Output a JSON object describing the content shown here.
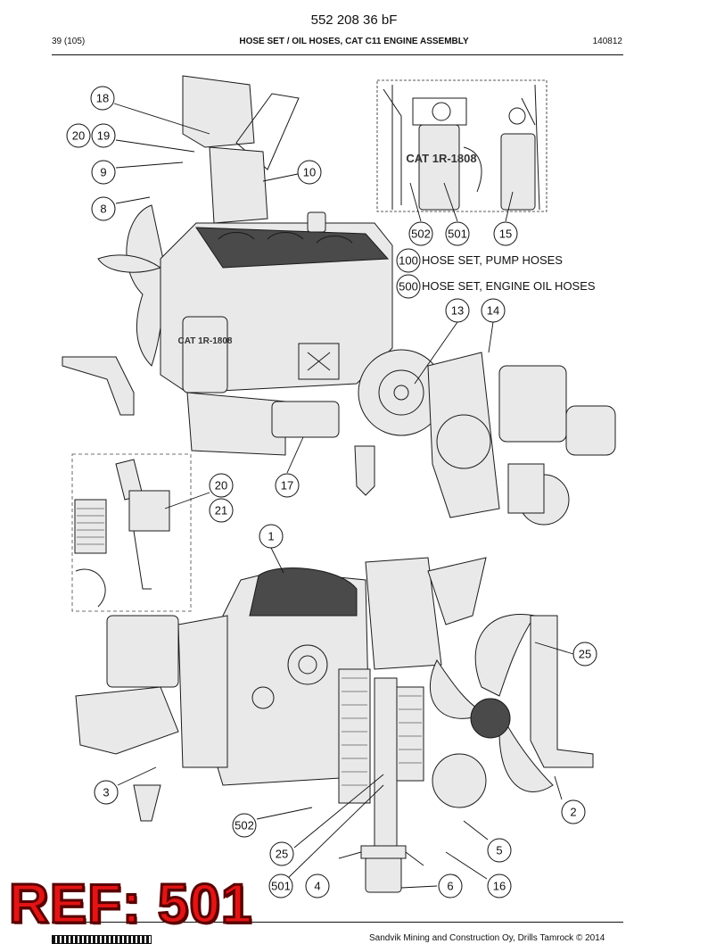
{
  "header": {
    "doc_number": "552 208 36 bF",
    "page_index": "39 (105)",
    "title": "HOSE SET / OIL HOSES, CAT C11 ENGINE ASSEMBLY",
    "date": "140812"
  },
  "legend": [
    {
      "number": "100",
      "text": "HOSE SET, PUMP HOSES"
    },
    {
      "number": "500",
      "text": "HOSE SET, ENGINE OIL HOSES"
    }
  ],
  "callouts": {
    "c18": "18",
    "c20a": "20",
    "c19": "19",
    "c9": "9",
    "c10": "10",
    "c8": "8",
    "c502a": "502",
    "c501a": "501",
    "c15": "15",
    "c13": "13",
    "c14": "14",
    "c20b": "20",
    "c21": "21",
    "c17": "17",
    "c1": "1",
    "c25a": "25",
    "c3": "3",
    "c2": "2",
    "c502b": "502",
    "c25b": "25",
    "c5": "5",
    "c501b": "501",
    "c4": "4",
    "c6": "6",
    "c16": "16"
  },
  "inset_label": "CAT 1R-1808",
  "filter_label": "CAT 1R-1808",
  "footer": {
    "copyright": "Sandvik Mining and Construction Oy, Drills Tamrock © 2014"
  },
  "stamp": "REF: 501"
}
